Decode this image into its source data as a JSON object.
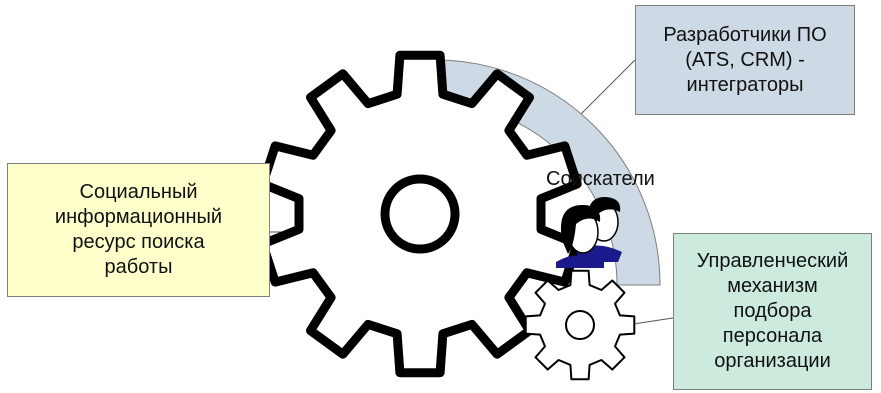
{
  "diagram": {
    "social_resource_label": "Социальный\nинформационный\nресурс поиска\nработы",
    "developers_label": "Разработчики ПО\n(ATS, CRM) -\nинтеграторы",
    "applicants_label": "Соискатели",
    "management_label": "Управленческий\nмеханизм\nподбора\nперсонала\nорганизации"
  },
  "colors": {
    "social_box_fill": "#FFFFCC",
    "developers_box_fill": "#CDD9E5",
    "developers_arc_fill": "#CDD9E5",
    "management_box_fill": "#CCEBDD",
    "gear_stroke": "#000000",
    "person_hair": "#000000",
    "person_shirt": "#1a1a8c"
  },
  "icons": {
    "large_gear": "gear-icon",
    "small_gear": "gear-icon",
    "applicants": "people-icon"
  }
}
